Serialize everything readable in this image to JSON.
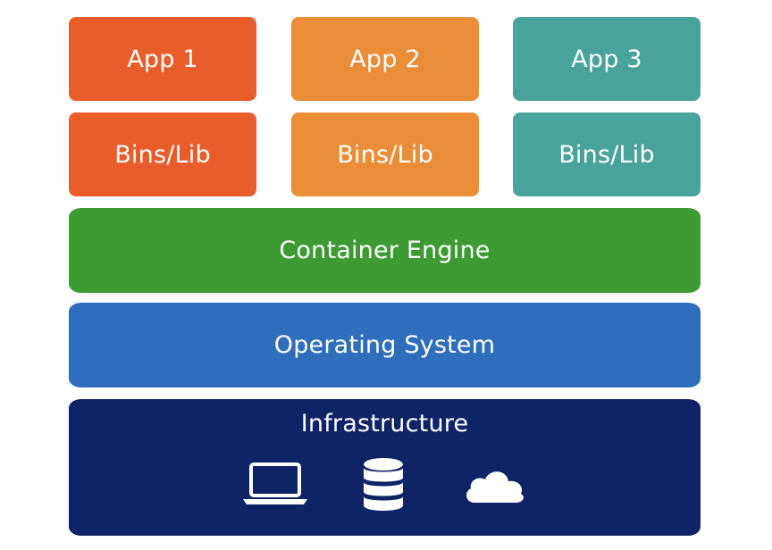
{
  "apps": [
    {
      "label": "App 1",
      "color": "#E95D2B"
    },
    {
      "label": "App 2",
      "color": "#EB8D36"
    },
    {
      "label": "App 3",
      "color": "#4AA39A"
    }
  ],
  "bins": [
    {
      "label": "Bins/Lib",
      "color": "#E95D2B"
    },
    {
      "label": "Bins/Lib",
      "color": "#EB8D36"
    },
    {
      "label": "Bins/Lib",
      "color": "#4AA39A"
    }
  ],
  "layers": {
    "container_engine": {
      "label": "Container Engine",
      "color": "#3E9A33"
    },
    "operating_system": {
      "label": "Operating System",
      "color": "#2F6DBD"
    },
    "infrastructure": {
      "label": "Infrastructure",
      "color": "#0F2466"
    }
  },
  "infrastructure_icons": [
    "laptop-icon",
    "database-icon",
    "cloud-icon"
  ]
}
